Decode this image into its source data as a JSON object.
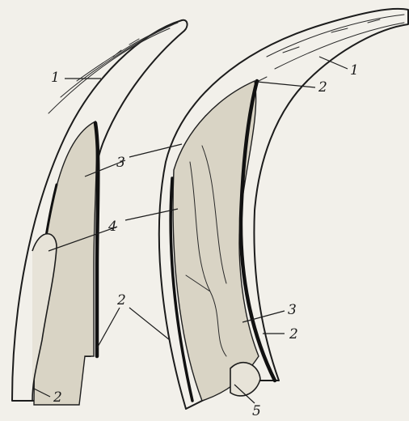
{
  "labels": {
    "l1_left": "1",
    "l1_right": "1",
    "l2_top": "2",
    "l2_mid": "2",
    "l2_right": "2",
    "l2_bottom": "2",
    "l3_left": "3",
    "l3_right": "3",
    "l4": "4",
    "l5": "5"
  }
}
